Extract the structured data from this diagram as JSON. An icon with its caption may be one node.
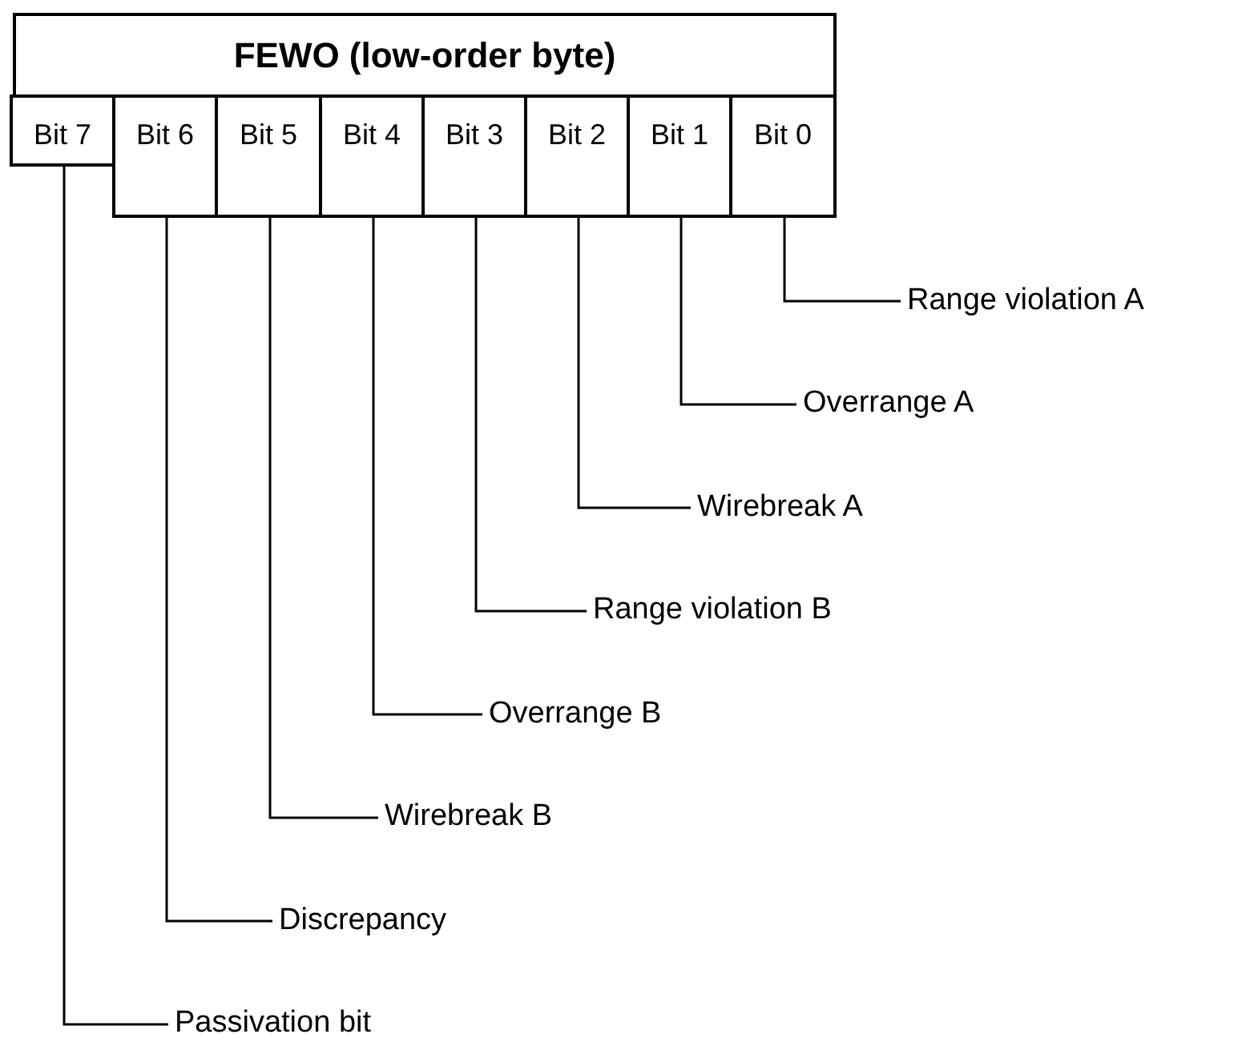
{
  "diagram": {
    "nodes": [
      {
        "text": [
          "FEWO (low-order byte)"
        ]
      },
      {
        "text": [
          "Bit 7"
        ]
      },
      {
        "text": [
          "Bit 6"
        ]
      },
      {
        "text": [
          "Bit 5"
        ]
      },
      {
        "text": [
          "Bit 4"
        ]
      },
      {
        "text": [
          "Bit 3"
        ]
      },
      {
        "text": [
          "Bit 2"
        ]
      },
      {
        "text": [
          "Bit 1"
        ]
      },
      {
        "text": [
          "Bit 0"
        ]
      },
      {
        "text": [
          "Range violation A"
        ]
      },
      {
        "text": [
          "Overrange A"
        ]
      },
      {
        "text": [
          "Wirebreak A"
        ]
      },
      {
        "text": [
          "Range violation B"
        ]
      },
      {
        "text": [
          "Overrange B"
        ]
      },
      {
        "text": [
          "Wirebreak B"
        ]
      },
      {
        "text": [
          "Discrepancy"
        ]
      },
      {
        "text": [
          "Passivation bit"
        ]
      }
    ],
    "edges": [
      {
        "from": 8,
        "to": 9,
        "arrow": "none"
      },
      {
        "from": 7,
        "to": 10,
        "arrow": "none"
      },
      {
        "from": 6,
        "to": 11,
        "arrow": "none"
      },
      {
        "from": 5,
        "to": 12,
        "arrow": "none"
      },
      {
        "from": 4,
        "to": 13,
        "arrow": "none"
      },
      {
        "from": 3,
        "to": 14,
        "arrow": "none"
      },
      {
        "from": 2,
        "to": 15,
        "arrow": "none"
      },
      {
        "from": 1,
        "to": 16,
        "arrow": "none"
      }
    ]
  }
}
